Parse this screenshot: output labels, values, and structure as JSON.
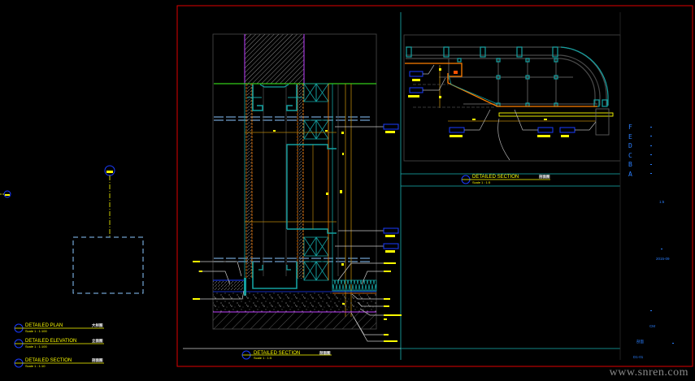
{
  "app": "CAD drawing viewer",
  "drawing": {
    "background": "#000000",
    "colors": {
      "frame": "#e00000",
      "divider": "#19b3b3",
      "title_text": "#ffff00",
      "title_bubble": "#1a3cff",
      "title_block_text": "#2a7fff",
      "grey_line": "#4a4a4a",
      "hatch": "#8c8c8c",
      "orange": "#ff7f00",
      "cyan": "#14a0a0",
      "magenta": "#c040ff",
      "green": "#40ff20",
      "dashed_blue": "#8cc8ff",
      "brown": "#b8860b"
    }
  },
  "legend_titles": [
    {
      "title": "DETAILED PLAN",
      "scale": "Scale 1 : 1:100",
      "tag": "大样图"
    },
    {
      "title": "DETAILED ELEVATION",
      "scale": "Scale 1 : 1:100",
      "tag": "立面图"
    },
    {
      "title": "DETAILED SECTION",
      "scale": "Scale 1 : 1:10",
      "tag": "剖面图"
    }
  ],
  "views": {
    "main_section": {
      "title": "DETAILED SECTION",
      "scale": "Scale 1 : 1:5",
      "tag": "剖面图"
    },
    "plan_detail": {
      "title": "DETAILED SECTION",
      "scale": "Scale 1 : 1:5",
      "tag": "剖面图"
    }
  },
  "revision_letters": [
    "F",
    "E",
    "D",
    "C",
    "B",
    "A"
  ],
  "title_block": {
    "field_1": "1:5",
    "field_2": "2015-09",
    "field_3": "CM",
    "field_4": "剖面",
    "sheet_number": "D1-01"
  },
  "watermark": "www.snren.com"
}
